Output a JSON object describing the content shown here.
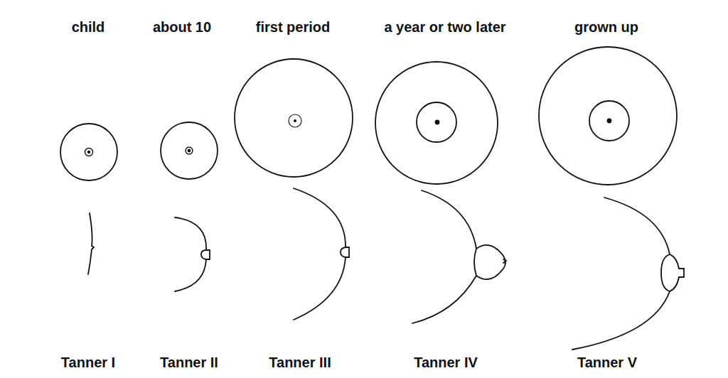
{
  "diagram": {
    "labels": [
      "child",
      "about 10",
      "first period",
      "a year or two later",
      "grown up",
      "Tanner I",
      "Tanner II",
      "Tanner III",
      "Tanner IV",
      "Tanner V"
    ]
  }
}
